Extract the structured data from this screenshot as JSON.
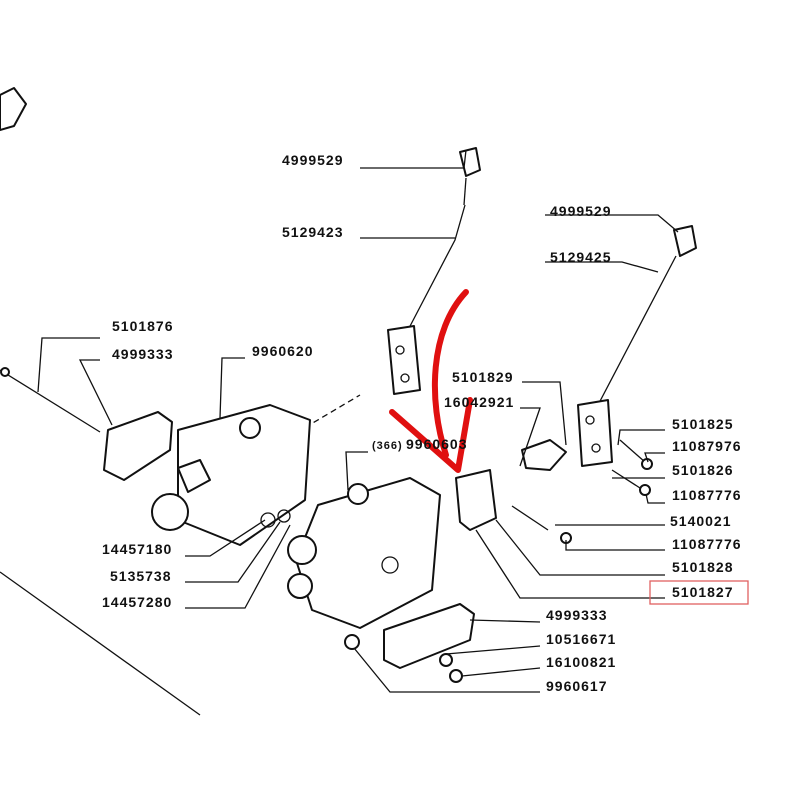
{
  "diagram": {
    "highlight_color": "#e06060",
    "arrow_color": "#e01010",
    "highlighted_part": "5101827",
    "labels": {
      "knob_left": "4999529",
      "lever_left": "5129423",
      "tie_rod": "5101876",
      "bracket_left": "4999333",
      "valve_left": "9960620",
      "valve_right_prefix": "(366)",
      "valve_right": "9960603",
      "pivot": "5101829",
      "screw_pivot": "16042921",
      "knob_right": "4999529",
      "lever_right": "5129425",
      "pin_1": "5101825",
      "clip_1": "11087976",
      "pin_2": "5101826",
      "clip_2": "11087776",
      "pin_3": "5140021",
      "clip_3": "11087776",
      "screw_plate": "5101828",
      "plate": "5101827",
      "bracket_right": "4999333",
      "washer": "10516671",
      "nut": "16100821",
      "spacer": "9960617",
      "seal_1": "14457180",
      "oring": "5135738",
      "seal_2": "14457280"
    }
  }
}
